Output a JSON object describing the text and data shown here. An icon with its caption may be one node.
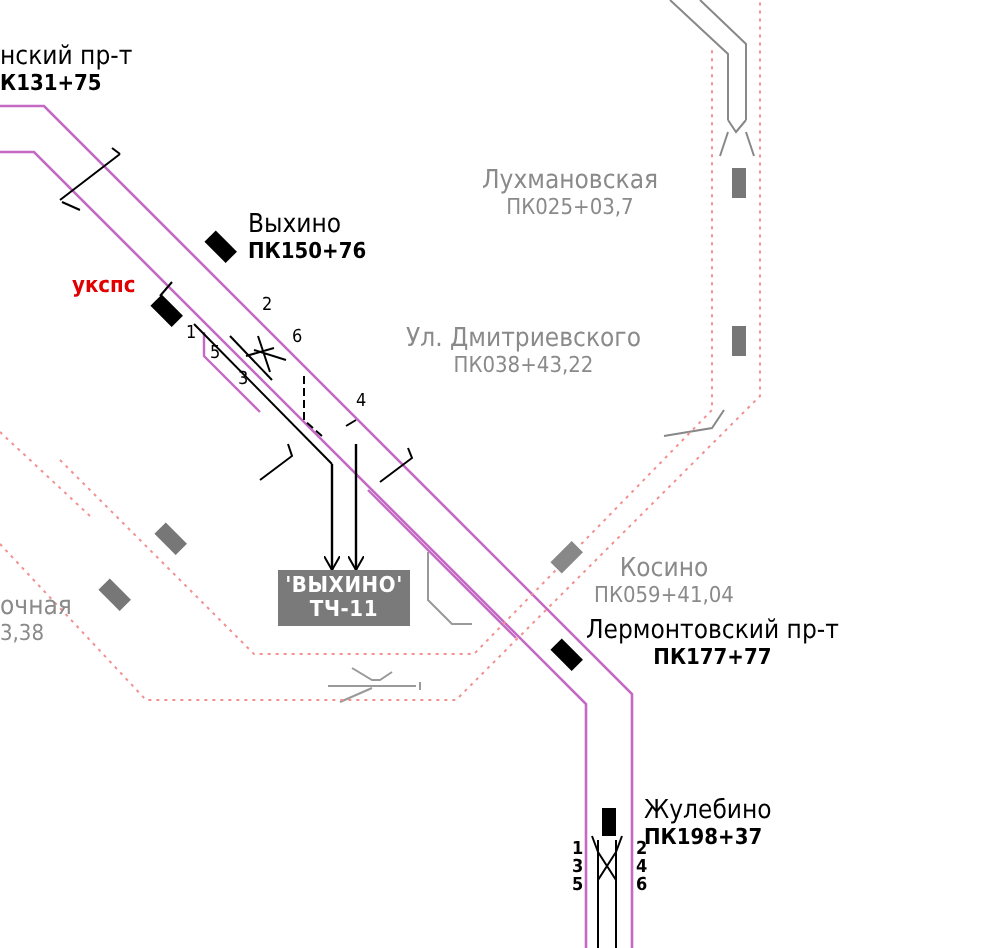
{
  "diagram": {
    "nodes": [
      {
        "text": [
          "нский пр-т",
          "К131+75"
        ]
      },
      {
        "text": [
          "Лухмановская",
          "ПК025+03,7"
        ]
      },
      {
        "text": [
          "Выхино",
          "ПК150+76"
        ]
      },
      {
        "text": [
          "Ул. Дмитриевского",
          "ПК038+43,22"
        ]
      },
      {
        "text": [
          "Косино",
          "ПК059+41,04"
        ]
      },
      {
        "text": [
          "'ВЫХИНО' ТЧ-11"
        ]
      },
      {
        "text": [
          "очная",
          "3,38"
        ]
      },
      {
        "text": [
          "Лермонтовский пр-т",
          "ПК177+77"
        ]
      },
      {
        "text": [
          "Жулебино",
          "ПК198+37"
        ]
      }
    ],
    "edges": [
      {
        "from": null,
        "to": 5,
        "arrow": "to"
      },
      {
        "from": null,
        "to": 5,
        "arrow": "to"
      }
    ],
    "labels": [
      "укспс",
      "2",
      "1",
      "5",
      "6",
      "3",
      "4",
      "1",
      "3",
      "5",
      "2",
      "4",
      "6"
    ]
  }
}
